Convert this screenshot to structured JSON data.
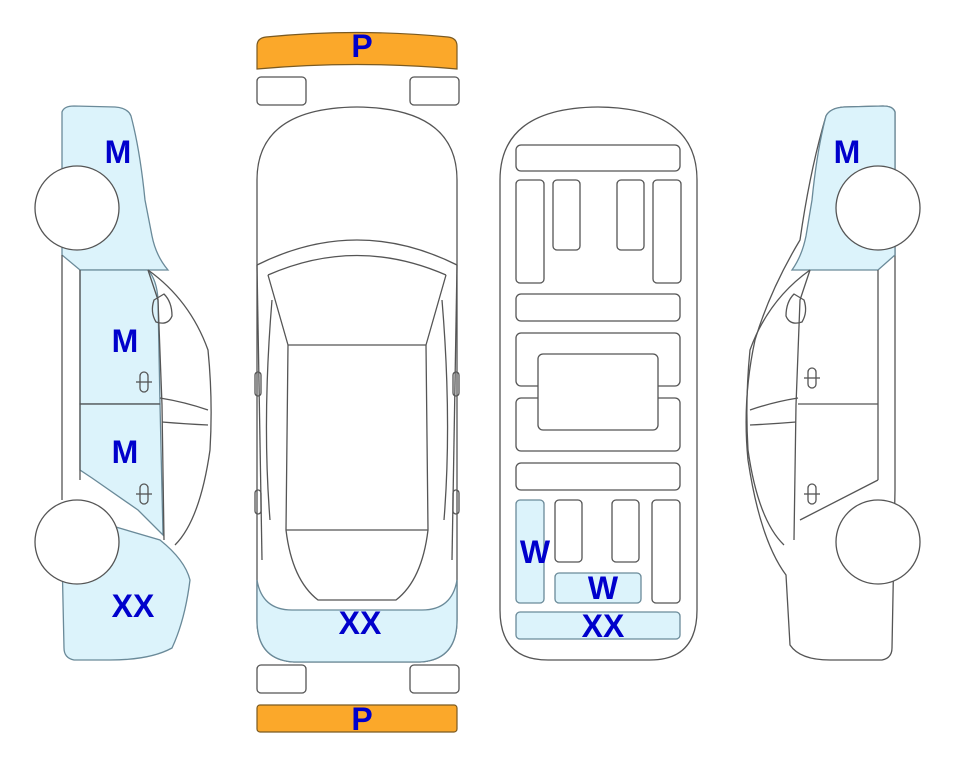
{
  "colors": {
    "marked_panel": "#dcf3fb",
    "bumper": "#fba82a",
    "label": "#0000cc",
    "outline": "#555555"
  },
  "labels": {
    "front_bumper": "P",
    "rear_bumper": "P",
    "left_side": {
      "front_fender": "M",
      "front_door": "M",
      "rear_door": "M",
      "rear_quarter": "XX"
    },
    "top_view": {
      "rear_panel": "XX"
    },
    "underbody": {
      "rear_left": "W",
      "rear_center": "W",
      "rear_bottom": "XX"
    },
    "right_side": {
      "front_fender": "M"
    }
  }
}
